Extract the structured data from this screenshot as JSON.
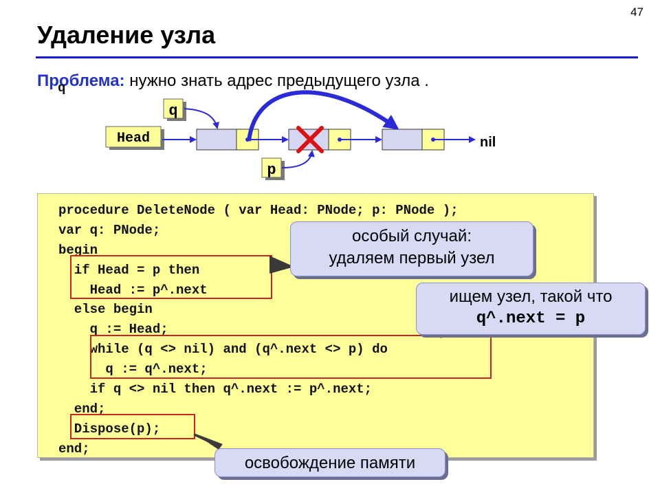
{
  "slide": {
    "page_number": "47",
    "title": "Удаление узла",
    "problem_label": "Проблема:",
    "problem_text": " нужно знать адрес предыдущего узла ",
    "problem_var": "q",
    "problem_end": "."
  },
  "diagram": {
    "q_label": "q",
    "head_label": "Head",
    "p_label": "p",
    "nil_label": "nil",
    "colors": {
      "node_body": "#d4d6f2",
      "node_ptr": "#ffff99",
      "arrow": "#2a2ad8",
      "cross": "#dd1111"
    }
  },
  "code": {
    "lines": [
      "procedure DeleteNode ( var Head: PNode; p: PNode );",
      "var q: PNode;",
      "begin",
      "  if Head = p then",
      "    Head := p^.next",
      "  else begin",
      "    q := Head;",
      "    while (q <> nil) and (q^.next <> p) do",
      "      q := q^.next;",
      "    if q <> nil then q^.next := p^.next;",
      "  end;",
      "  Dispose(p);",
      "end;"
    ]
  },
  "callouts": {
    "first": {
      "line1": "особый случай:",
      "line2": "удаляем первый узел"
    },
    "search": {
      "line1": "ищем узел, такой что",
      "line2": "q^.next = p"
    },
    "free": {
      "text": "освобождение памяти"
    }
  }
}
